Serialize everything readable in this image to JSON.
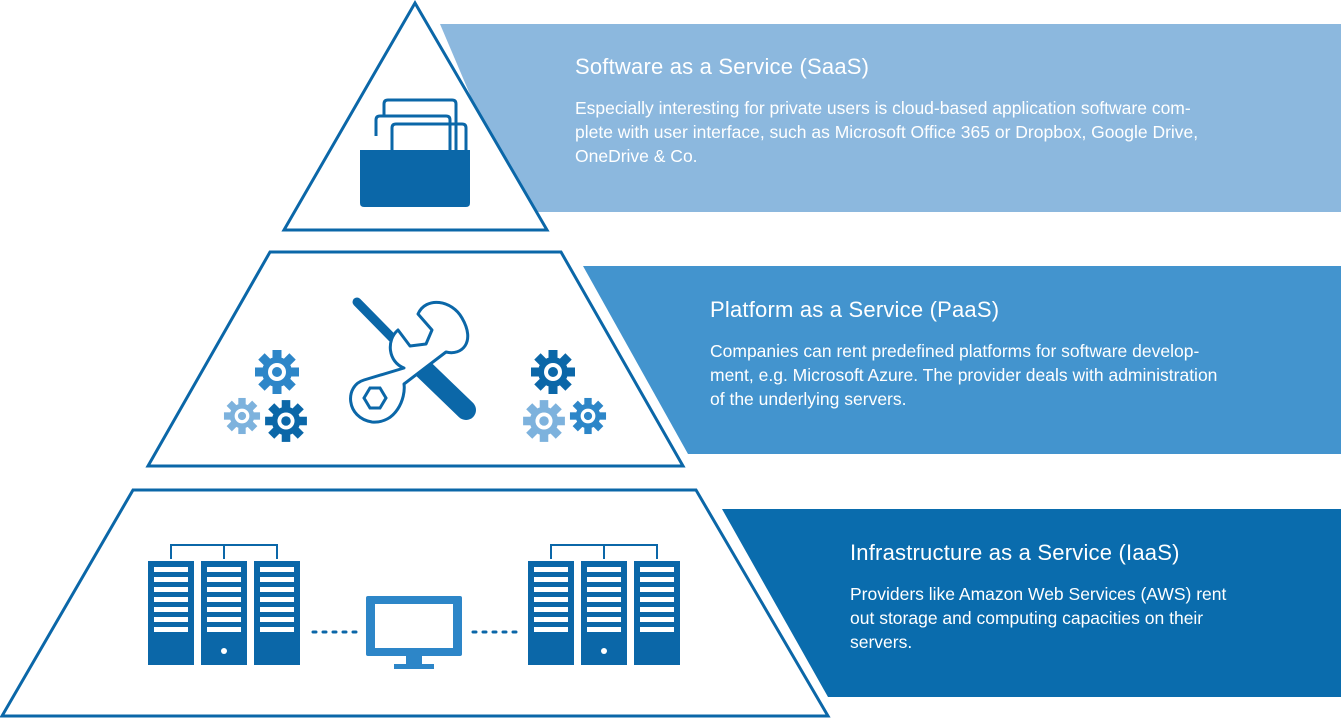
{
  "colors": {
    "saas_band": "#8cb8de",
    "paas_band": "#4394ce",
    "iaas_band": "#0a6cad",
    "outline": "#0b67a8",
    "icon_dark": "#0b67a8",
    "icon_mid": "#2d86c8",
    "icon_light": "#7db2dd",
    "white": "#ffffff"
  },
  "icons": {
    "saas": "folder-icon",
    "paas": [
      "screwdriver-icon",
      "wrench-icon",
      "gear-icon"
    ],
    "iaas": [
      "server-rack-icon",
      "monitor-icon"
    ]
  },
  "tiers": [
    {
      "id": "saas",
      "title": "Software as a Service (SaaS)",
      "description": "Especially interesting for private users is cloud-based application software com-\nplete with user interface, such as Microsoft Office 365 or Dropbox, Google Drive,\nOneDrive & Co."
    },
    {
      "id": "paas",
      "title": "Platform as a Service (PaaS)",
      "description": "Companies can rent predefined platforms for software develop-\nment, e.g. Microsoft Azure. The provider deals with administration\nof the underlying servers."
    },
    {
      "id": "iaas",
      "title": "Infrastructure as a Service (IaaS)",
      "description": "Providers like Amazon Web Services (AWS) rent\nout storage and computing capacities on their\nservers."
    }
  ]
}
